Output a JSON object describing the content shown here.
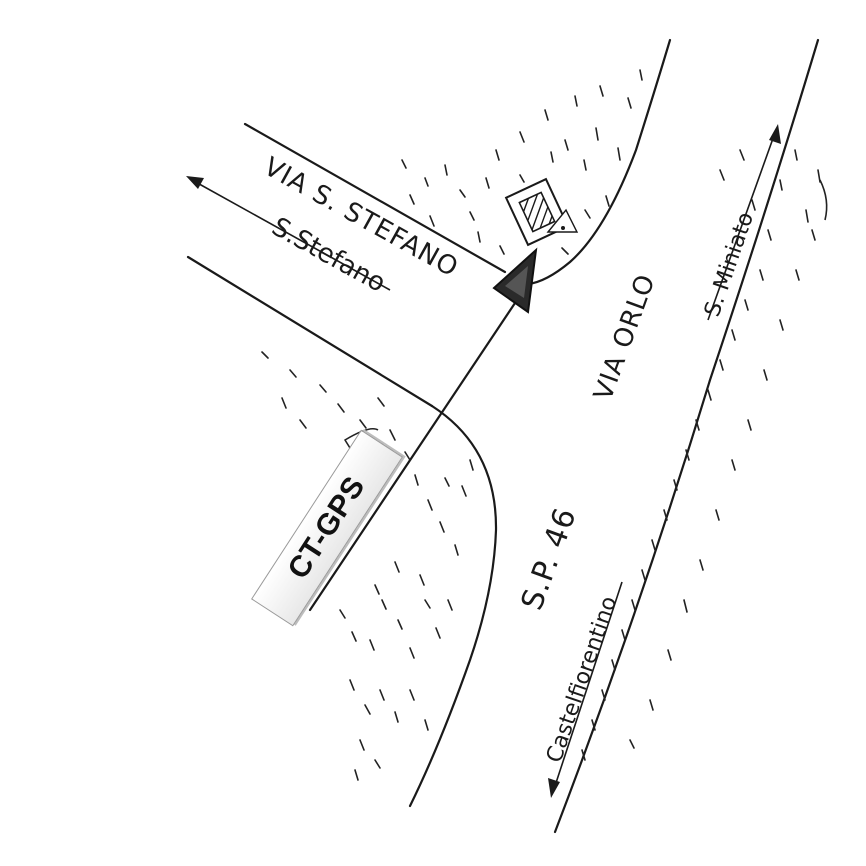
{
  "map": {
    "style": "hand-drawn sketch",
    "colors": {
      "ink": "#1a1a1a",
      "paper": "#ffffff",
      "label_bg": "#f0f0f0"
    },
    "streets": {
      "via_s_stefano": "VIA S. STEFANO",
      "s_stefano_direction": "S.Stefano",
      "sp46": "S.P. 46",
      "via_orlo": "VIA ORLO",
      "s_miniato": "S. Miniato",
      "castelfiorentino": "Castelfiorentino"
    },
    "labels": {
      "ct_gps": "CT-GPS"
    },
    "icons": {
      "location_marker": "triangle-marker-icon",
      "building": "building-icon",
      "arrow_s_stefano": "arrow-left-icon",
      "arrow_s_miniato": "arrow-up-icon",
      "arrow_castelfiorentino": "arrow-down-icon"
    }
  }
}
